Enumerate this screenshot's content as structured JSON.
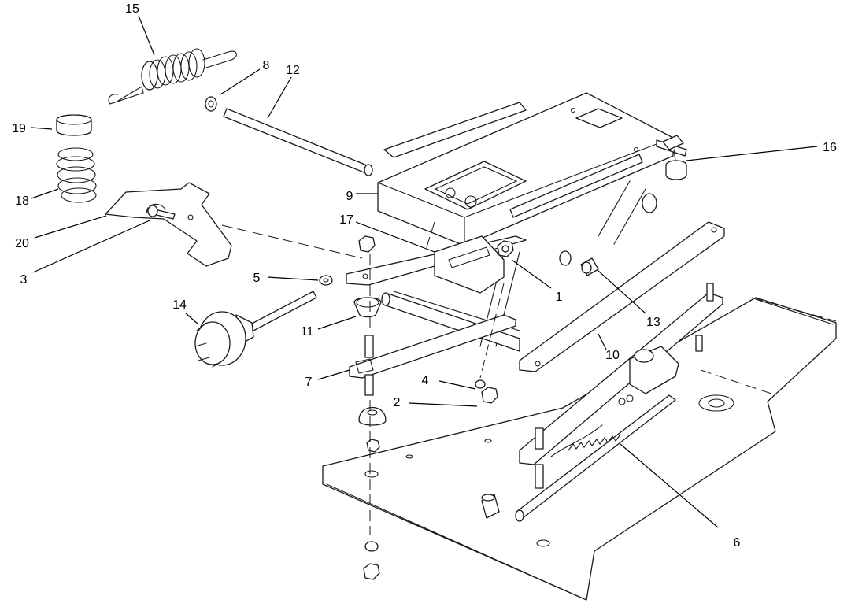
{
  "callouts": [
    {
      "label": "15"
    },
    {
      "label": "8"
    },
    {
      "label": "12"
    },
    {
      "label": "19"
    },
    {
      "label": "18"
    },
    {
      "label": "20"
    },
    {
      "label": "3"
    },
    {
      "label": "9"
    },
    {
      "label": "16"
    },
    {
      "label": "17"
    },
    {
      "label": "1"
    },
    {
      "label": "13"
    },
    {
      "label": "5"
    },
    {
      "label": "14"
    },
    {
      "label": "11"
    },
    {
      "label": "10"
    },
    {
      "label": "7"
    },
    {
      "label": "4"
    },
    {
      "label": "2"
    },
    {
      "label": "6"
    }
  ],
  "colors": {
    "line": "#1a1a1a",
    "background": "#ffffff"
  }
}
